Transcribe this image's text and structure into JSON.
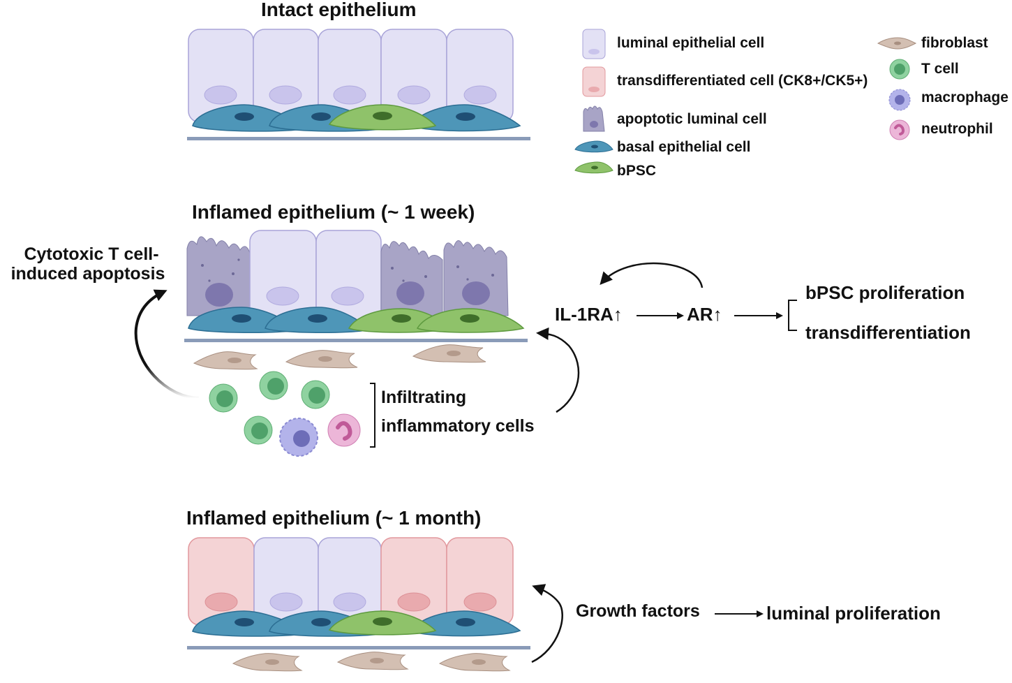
{
  "panels": {
    "intact": {
      "title": "Intact epithelium"
    },
    "week": {
      "title": "Inflamed epithelium (~ 1 week)"
    },
    "month": {
      "title": "Inflamed epithelium (~ 1 month)"
    }
  },
  "legend": {
    "left": [
      {
        "icon": "luminal-epithelial-cell-icon",
        "label": "luminal epithelial cell"
      },
      {
        "icon": "transdifferentiated-cell-icon",
        "label": "transdifferentiated cell (CK8+/CK5+)"
      },
      {
        "icon": "apoptotic-luminal-cell-icon",
        "label": "apoptotic luminal cell"
      },
      {
        "icon": "basal-epithelial-cell-icon",
        "label": "basal epithelial cell"
      },
      {
        "icon": "bpsc-icon",
        "label": "bPSC"
      }
    ],
    "right": [
      {
        "icon": "fibroblast-icon",
        "label": "fibroblast"
      },
      {
        "icon": "t-cell-icon",
        "label": "T cell"
      },
      {
        "icon": "macrophage-icon",
        "label": "macrophage"
      },
      {
        "icon": "neutrophil-icon",
        "label": "neutrophil"
      }
    ]
  },
  "annotations": {
    "apoptosis_line1": "Cytotoxic T cell-",
    "apoptosis_line2": "induced apoptosis",
    "infiltrating_line1": "Infiltrating",
    "infiltrating_line2": "inflammatory cells",
    "il1ra": "IL-1RA",
    "ar": "AR",
    "up_arrow": "↑",
    "outcome1": "bPSC proliferation",
    "outcome2": "transdifferentiation",
    "growth_factors": "Growth factors",
    "luminal_prolif": "luminal proliferation"
  },
  "colors": {
    "luminal": "#e3e1f5",
    "luminal_stroke": "#a9a4d8",
    "nucleus_luminal": "#c9c4ec",
    "transdiff": "#f4d3d5",
    "transdiff_stroke": "#e2989d",
    "nucleus_transdiff": "#e9aaae",
    "basal": "#4e96b8",
    "basal_stroke": "#2c6e93",
    "basal_nucleus": "#1f4f74",
    "bpsc": "#8fc26a",
    "bpsc_stroke": "#5e9a3f",
    "bpsc_nucleus": "#3f6e2a",
    "apoptotic": "#a8a4c6",
    "membrane": "#8a9bb8",
    "fibroblast": "#d3bfb2",
    "tcell": "#8fd2a0",
    "macrophage": "#b3b3ea",
    "neutrophil": "#ecb6d8"
  }
}
